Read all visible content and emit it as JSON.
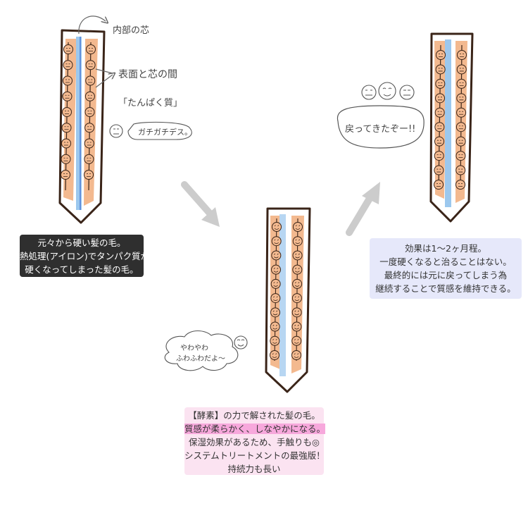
{
  "colors": {
    "outline": "#3a2418",
    "core_blue": "#9cc8ee",
    "protein_orange": "#f3b98f",
    "arrow_gray": "#cccccc",
    "left_box_bg": "#2f2f2f",
    "right_box_bg": "#e6e8fa",
    "bottom_box_bg": "#fbe3f1",
    "highlight_pink": "#f7a8dc"
  },
  "annotations": {
    "inner_core": "内部の芯",
    "between_line1": "表面と芯の間",
    "between_line2": "「たんぱく質」",
    "stiff_speech": "ガチガチデス。",
    "fluffy_line1": "やわやわ",
    "fluffy_line2": "ふわふわだよ〜",
    "returned_speech": "戻ってきたぞー!!"
  },
  "left_box": {
    "lines": [
      "元々から硬い髪の毛。",
      "熱処理(アイロン)でタンパク質が",
      "硬くなってしまった髪の毛。"
    ]
  },
  "bottom_box": {
    "line1": "【酵素】の力で解された髪の毛。",
    "line2_highlight": "質感が柔らかく、しなやかになる。",
    "line3": "保湿効果があるため、手触りも◎",
    "line4": "システムトリートメントの最強版！",
    "line5": "持続力も長い"
  },
  "right_box": {
    "lines": [
      "効果は1〜2ヶ月程。",
      "一度硬くなると治ることはない。",
      "最終的には元に戻ってしまう為",
      "継続することで質感を維持できる。"
    ]
  }
}
